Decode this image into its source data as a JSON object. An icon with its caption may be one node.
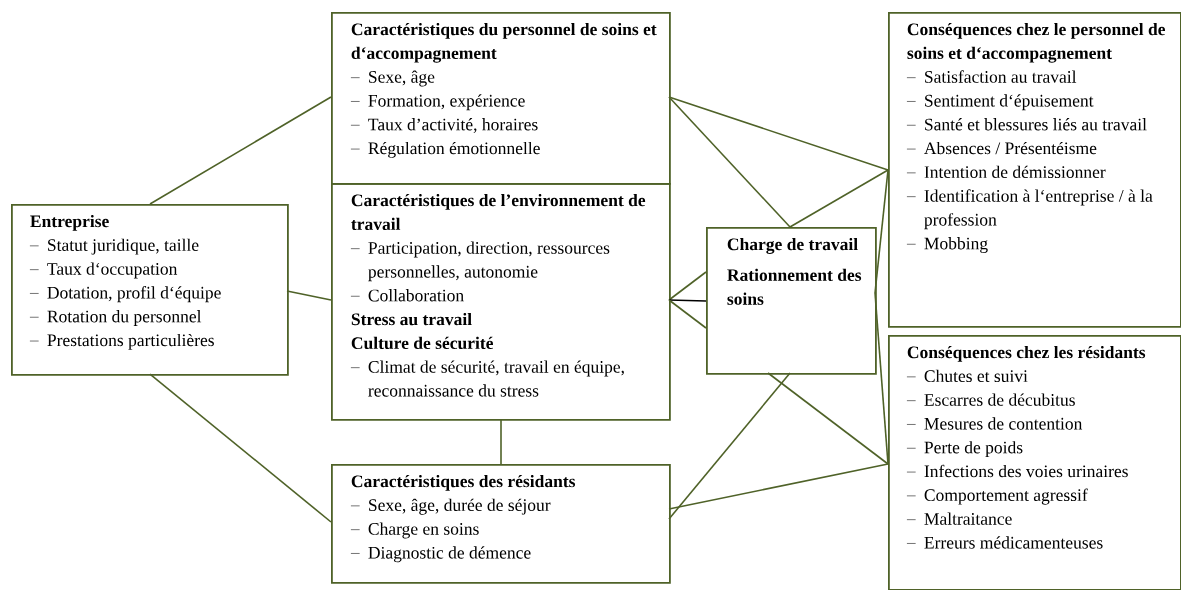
{
  "diagram": {
    "nodes": [
      {
        "text": [
          "Entreprise",
          "Statut juridique, taille",
          "Taux d‘occupation",
          "Dotation, profil d‘équipe",
          "Rotation du personnel",
          "Prestations particulières"
        ]
      },
      {
        "text": [
          "Caractéristiques du personnel de soins et d‘accompagnement",
          "Sexe, âge",
          "Formation, expérience",
          "Taux d’activité, horaires",
          "Régulation émotionnelle"
        ]
      },
      {
        "text": [
          "Caractéristiques de l’environnement de travail",
          "Participation, direction, ressources personnelles, autonomie",
          "Collaboration",
          "Stress au travail",
          "Culture de sécurité",
          "Climat de sécurité, travail en équipe, reconnaissance du stress"
        ]
      },
      {
        "text": [
          "Charge de travail",
          "Rationnement des soins"
        ]
      },
      {
        "text": [
          "Conséquences chez le personnel de soins et d‘accompagnement",
          "Satisfaction au travail",
          "Sentiment d‘épuisement",
          "Santé et blessures liés au travail",
          "Absences / Présentéisme",
          "Intention de démissionner",
          "Identification à l‘entreprise / à la profession",
          "Mobbing"
        ]
      },
      {
        "text": [
          "Conséquences chez les résidants",
          "Chutes et suivi",
          "Escarres de décubitus",
          "Mesures de contention",
          "Perte de poids",
          "Infections des voies urinaires",
          "Comportement agressif",
          "Maltraitance",
          "Erreurs médicamenteuses"
        ]
      },
      {
        "text": [
          "Caractéristiques des résidants",
          "Sexe, âge, durée de séjour",
          "Charge en soins",
          "Diagnostic de démence"
        ]
      }
    ],
    "edges": [
      {
        "from": 0,
        "to": 1,
        "arrow": "none"
      },
      {
        "from": 0,
        "to": 2,
        "arrow": "none"
      },
      {
        "from": 0,
        "to": 6,
        "arrow": "none"
      },
      {
        "from": 1,
        "to": 4,
        "arrow": "none"
      },
      {
        "from": 1,
        "to": 3,
        "arrow": "none"
      },
      {
        "from": 3,
        "to": 4,
        "arrow": "none"
      },
      {
        "from": 2,
        "to": 3,
        "arrow": "none"
      },
      {
        "from": 2,
        "to": 3,
        "arrow": "none",
        "color": "#000000"
      },
      {
        "from": 2,
        "to": 3,
        "arrow": "none"
      },
      {
        "from": 3,
        "to": 4,
        "arrow": "none"
      },
      {
        "from": 3,
        "to": 5,
        "arrow": "none"
      },
      {
        "from": 3,
        "to": 5,
        "arrow": "none"
      },
      {
        "from": 3,
        "to": 6,
        "arrow": "none"
      },
      {
        "from": 6,
        "to": 5,
        "arrow": "none"
      },
      {
        "from": 2,
        "to": 6,
        "arrow": "none"
      }
    ]
  }
}
